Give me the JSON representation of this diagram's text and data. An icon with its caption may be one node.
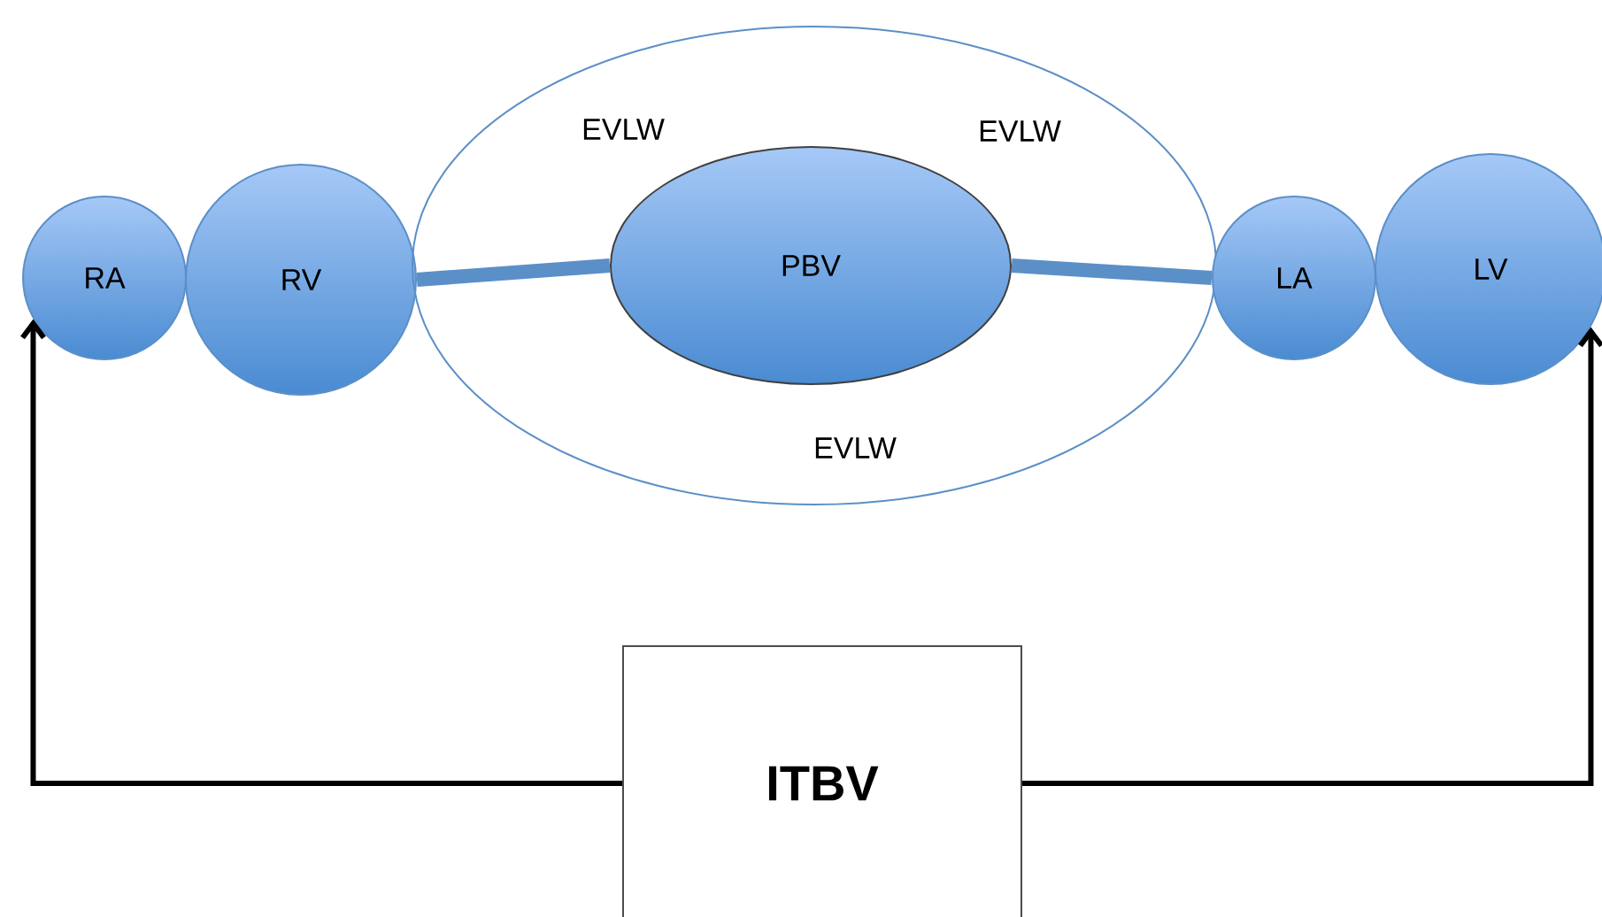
{
  "diagram": {
    "nodes": [
      {
        "text": [
          "RA"
        ]
      },
      {
        "text": [
          "RV"
        ]
      },
      {
        "text": [
          "EVLW",
          "EVLW",
          "EVLW"
        ]
      },
      {
        "text": [
          "PBV"
        ],
        "in": 2
      },
      {
        "text": [
          "LA"
        ]
      },
      {
        "text": [
          "LV"
        ]
      },
      {
        "text": [
          "ITBV"
        ]
      }
    ],
    "edges": [
      {
        "from": 1,
        "to": 3,
        "arrow": "none",
        "style": "thick",
        "color": "#5b8fc7"
      },
      {
        "from": 3,
        "to": 4,
        "arrow": "none",
        "style": "thick",
        "color": "#5b8fc7"
      },
      {
        "from": 6,
        "to": 0,
        "arrow": "to",
        "color": "#000000"
      },
      {
        "from": 6,
        "to": 5,
        "arrow": "to",
        "color": "#000000"
      }
    ]
  }
}
